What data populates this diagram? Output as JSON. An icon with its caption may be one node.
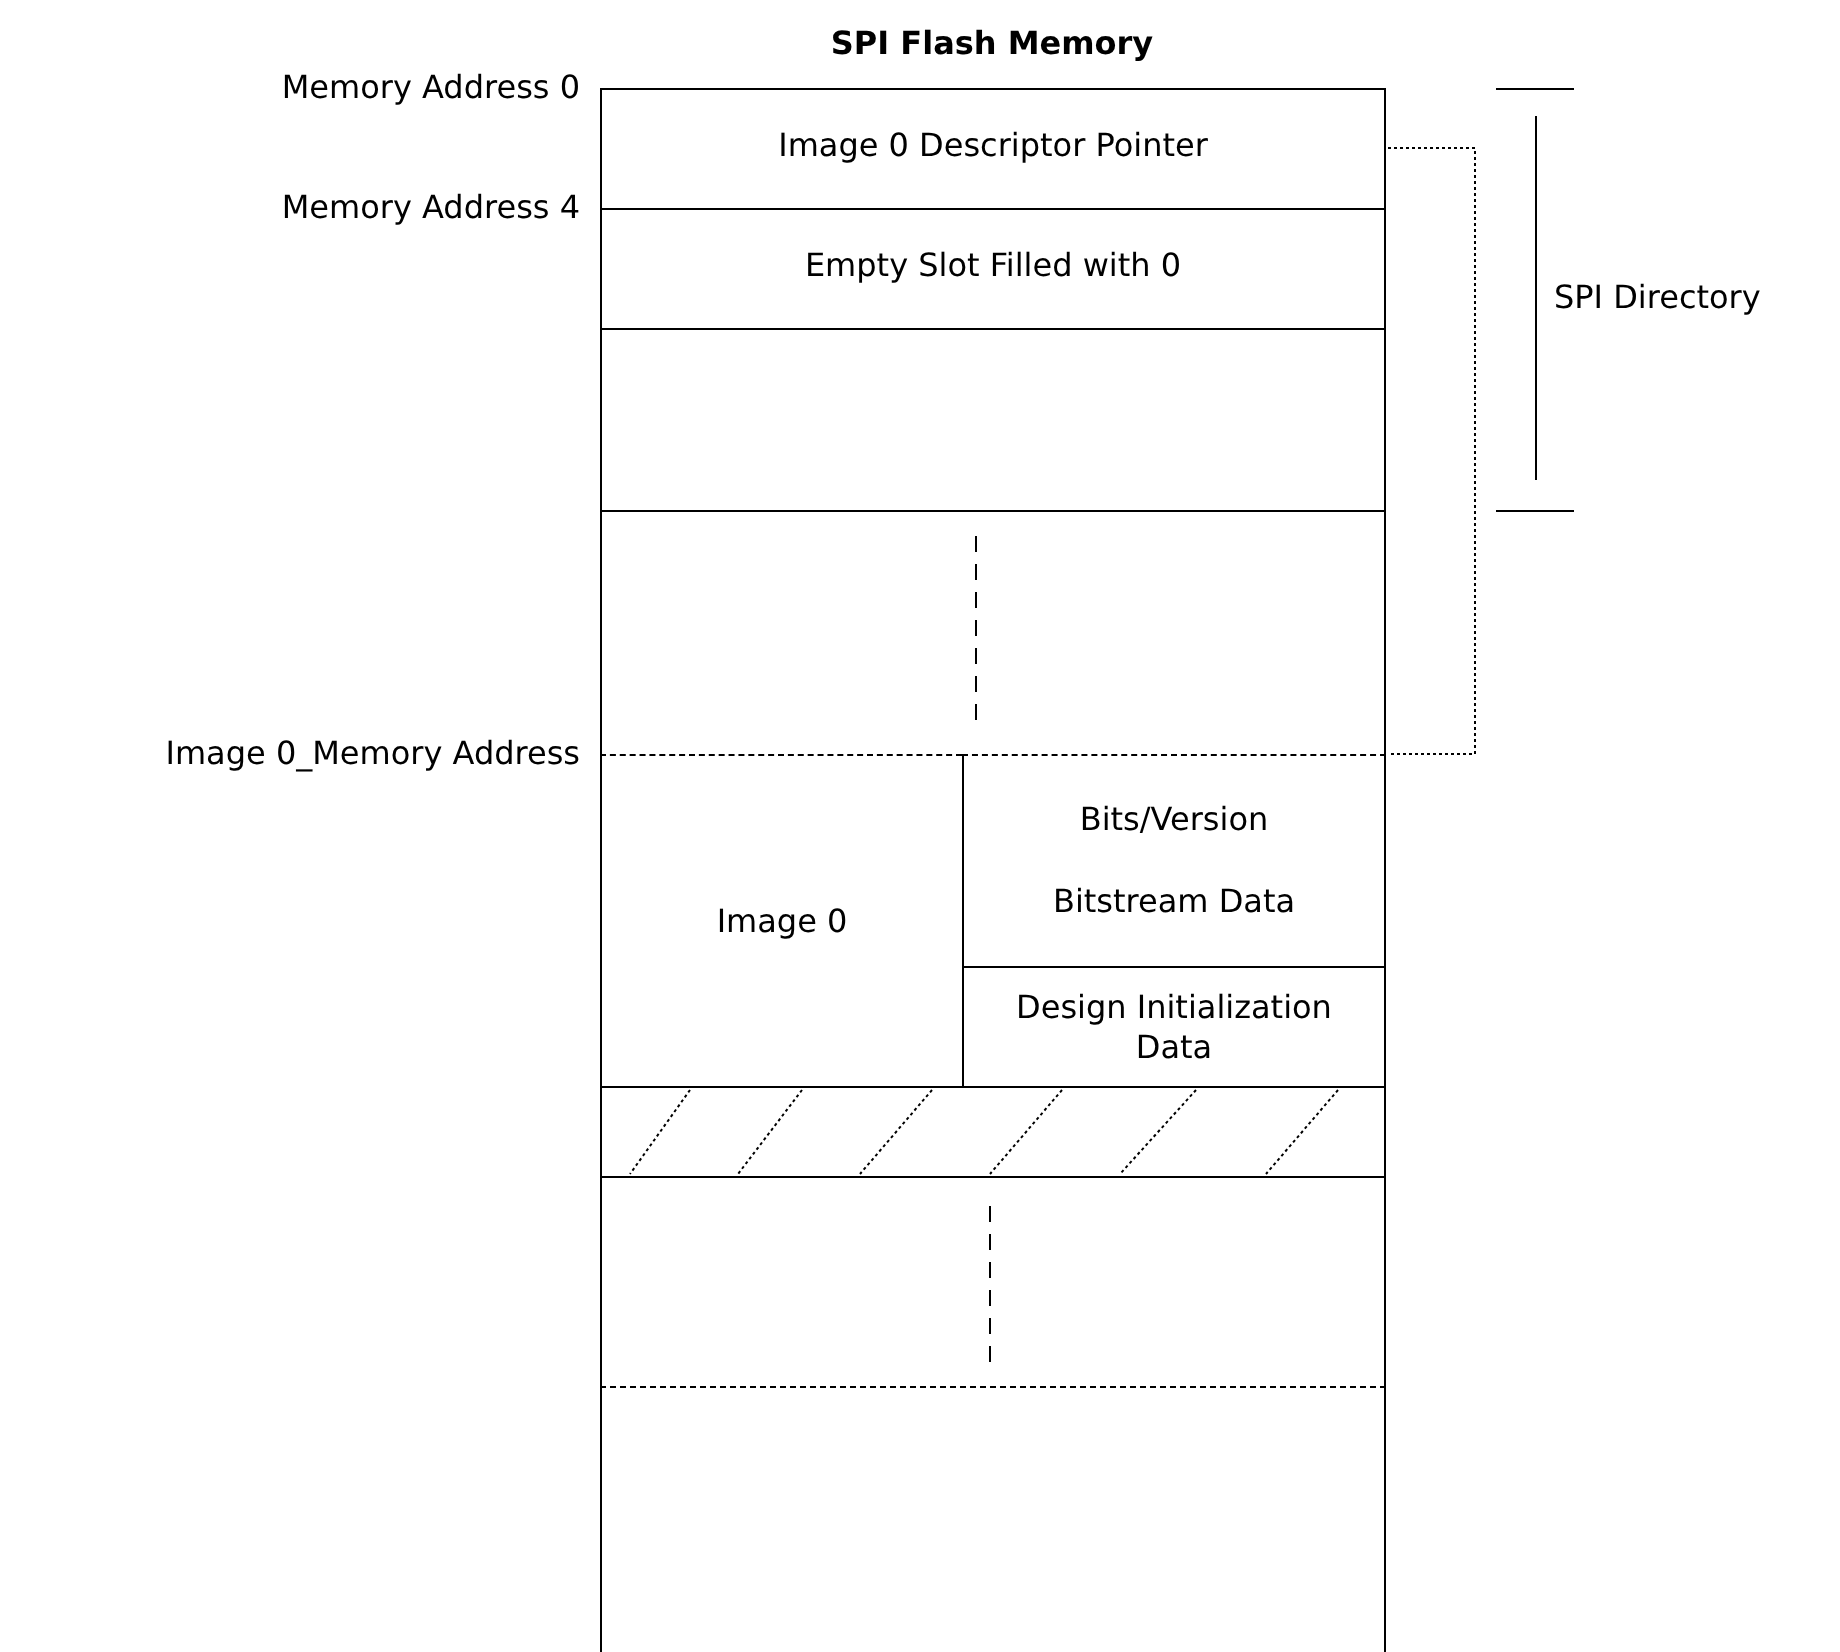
{
  "diagram": {
    "title": "SPI Flash Memory",
    "nodes": [
      {
        "text": [
          "Image 0  Descriptor Pointer"
        ]
      },
      {
        "text": [
          "Empty Slot Filled with 0"
        ]
      },
      {
        "text": [],
        "shape": "box"
      },
      {
        "text": [],
        "shape": "box"
      },
      {
        "text": [
          "Image 0"
        ]
      },
      {
        "text": [
          "Bits/Version",
          "Bitstream Data"
        ]
      },
      {
        "text": [
          "Design Initialization Data"
        ]
      },
      {
        "text": [],
        "shape": "box"
      },
      {
        "text": [],
        "shape": "box"
      },
      {
        "text": [],
        "shape": "box"
      }
    ],
    "edges": [
      {
        "from": 0,
        "to": 5,
        "arrow": "none",
        "style": "dashed"
      }
    ],
    "labels": [
      "Memory Address 0",
      "Memory Address 4",
      "SPI Directory",
      "Image 0_Memory Address"
    ]
  }
}
